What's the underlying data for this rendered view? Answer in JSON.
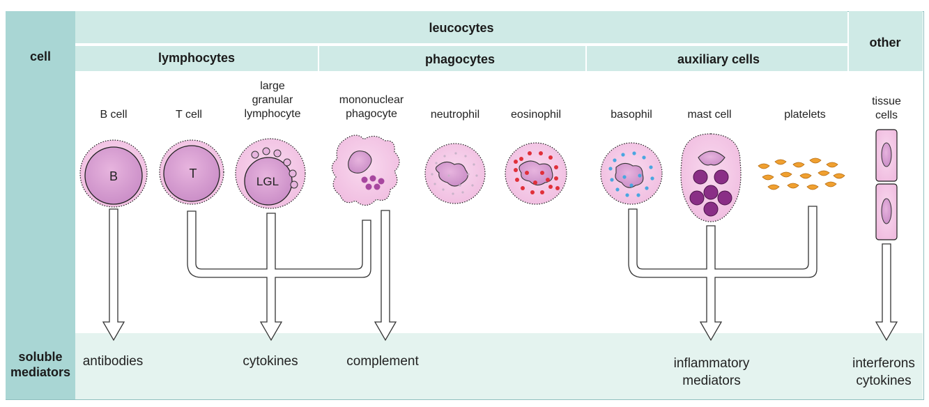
{
  "header": {
    "row_label": "cell",
    "leucocytes": "leucocytes",
    "other": "other",
    "groups": [
      "lymphocytes",
      "phagocytes",
      "auxiliary cells"
    ]
  },
  "cells": {
    "b_cell": "B cell",
    "t_cell": "T cell",
    "lgl": "large\ngranular\nlymphocyte",
    "mononuclear": "mononuclear\nphagocyte",
    "neutrophil": "neutrophil",
    "eosinophil": "eosinophil",
    "basophil": "basophil",
    "mast_cell": "mast cell",
    "platelets": "platelets",
    "tissue_cells": "tissue\ncells"
  },
  "cell_glyphs": {
    "b": "B",
    "t": "T",
    "lgl": "LGL"
  },
  "mediators": {
    "row_label": "soluble\nmediators",
    "antibodies": "antibodies",
    "cytokines": "cytokines",
    "complement": "complement",
    "inflammatory": "inflammatory\nmediators",
    "interferons": "interferons\ncytokines"
  },
  "colors": {
    "cell_pink": "#f4c6e6",
    "nucleus": "#d89bd0",
    "eosinophil_granule": "#e0303a",
    "basophil_granule": "#4aa6e0",
    "platelet": "#f0a030",
    "header_band": "#cfeae6",
    "side_band": "#a9d6d4"
  }
}
